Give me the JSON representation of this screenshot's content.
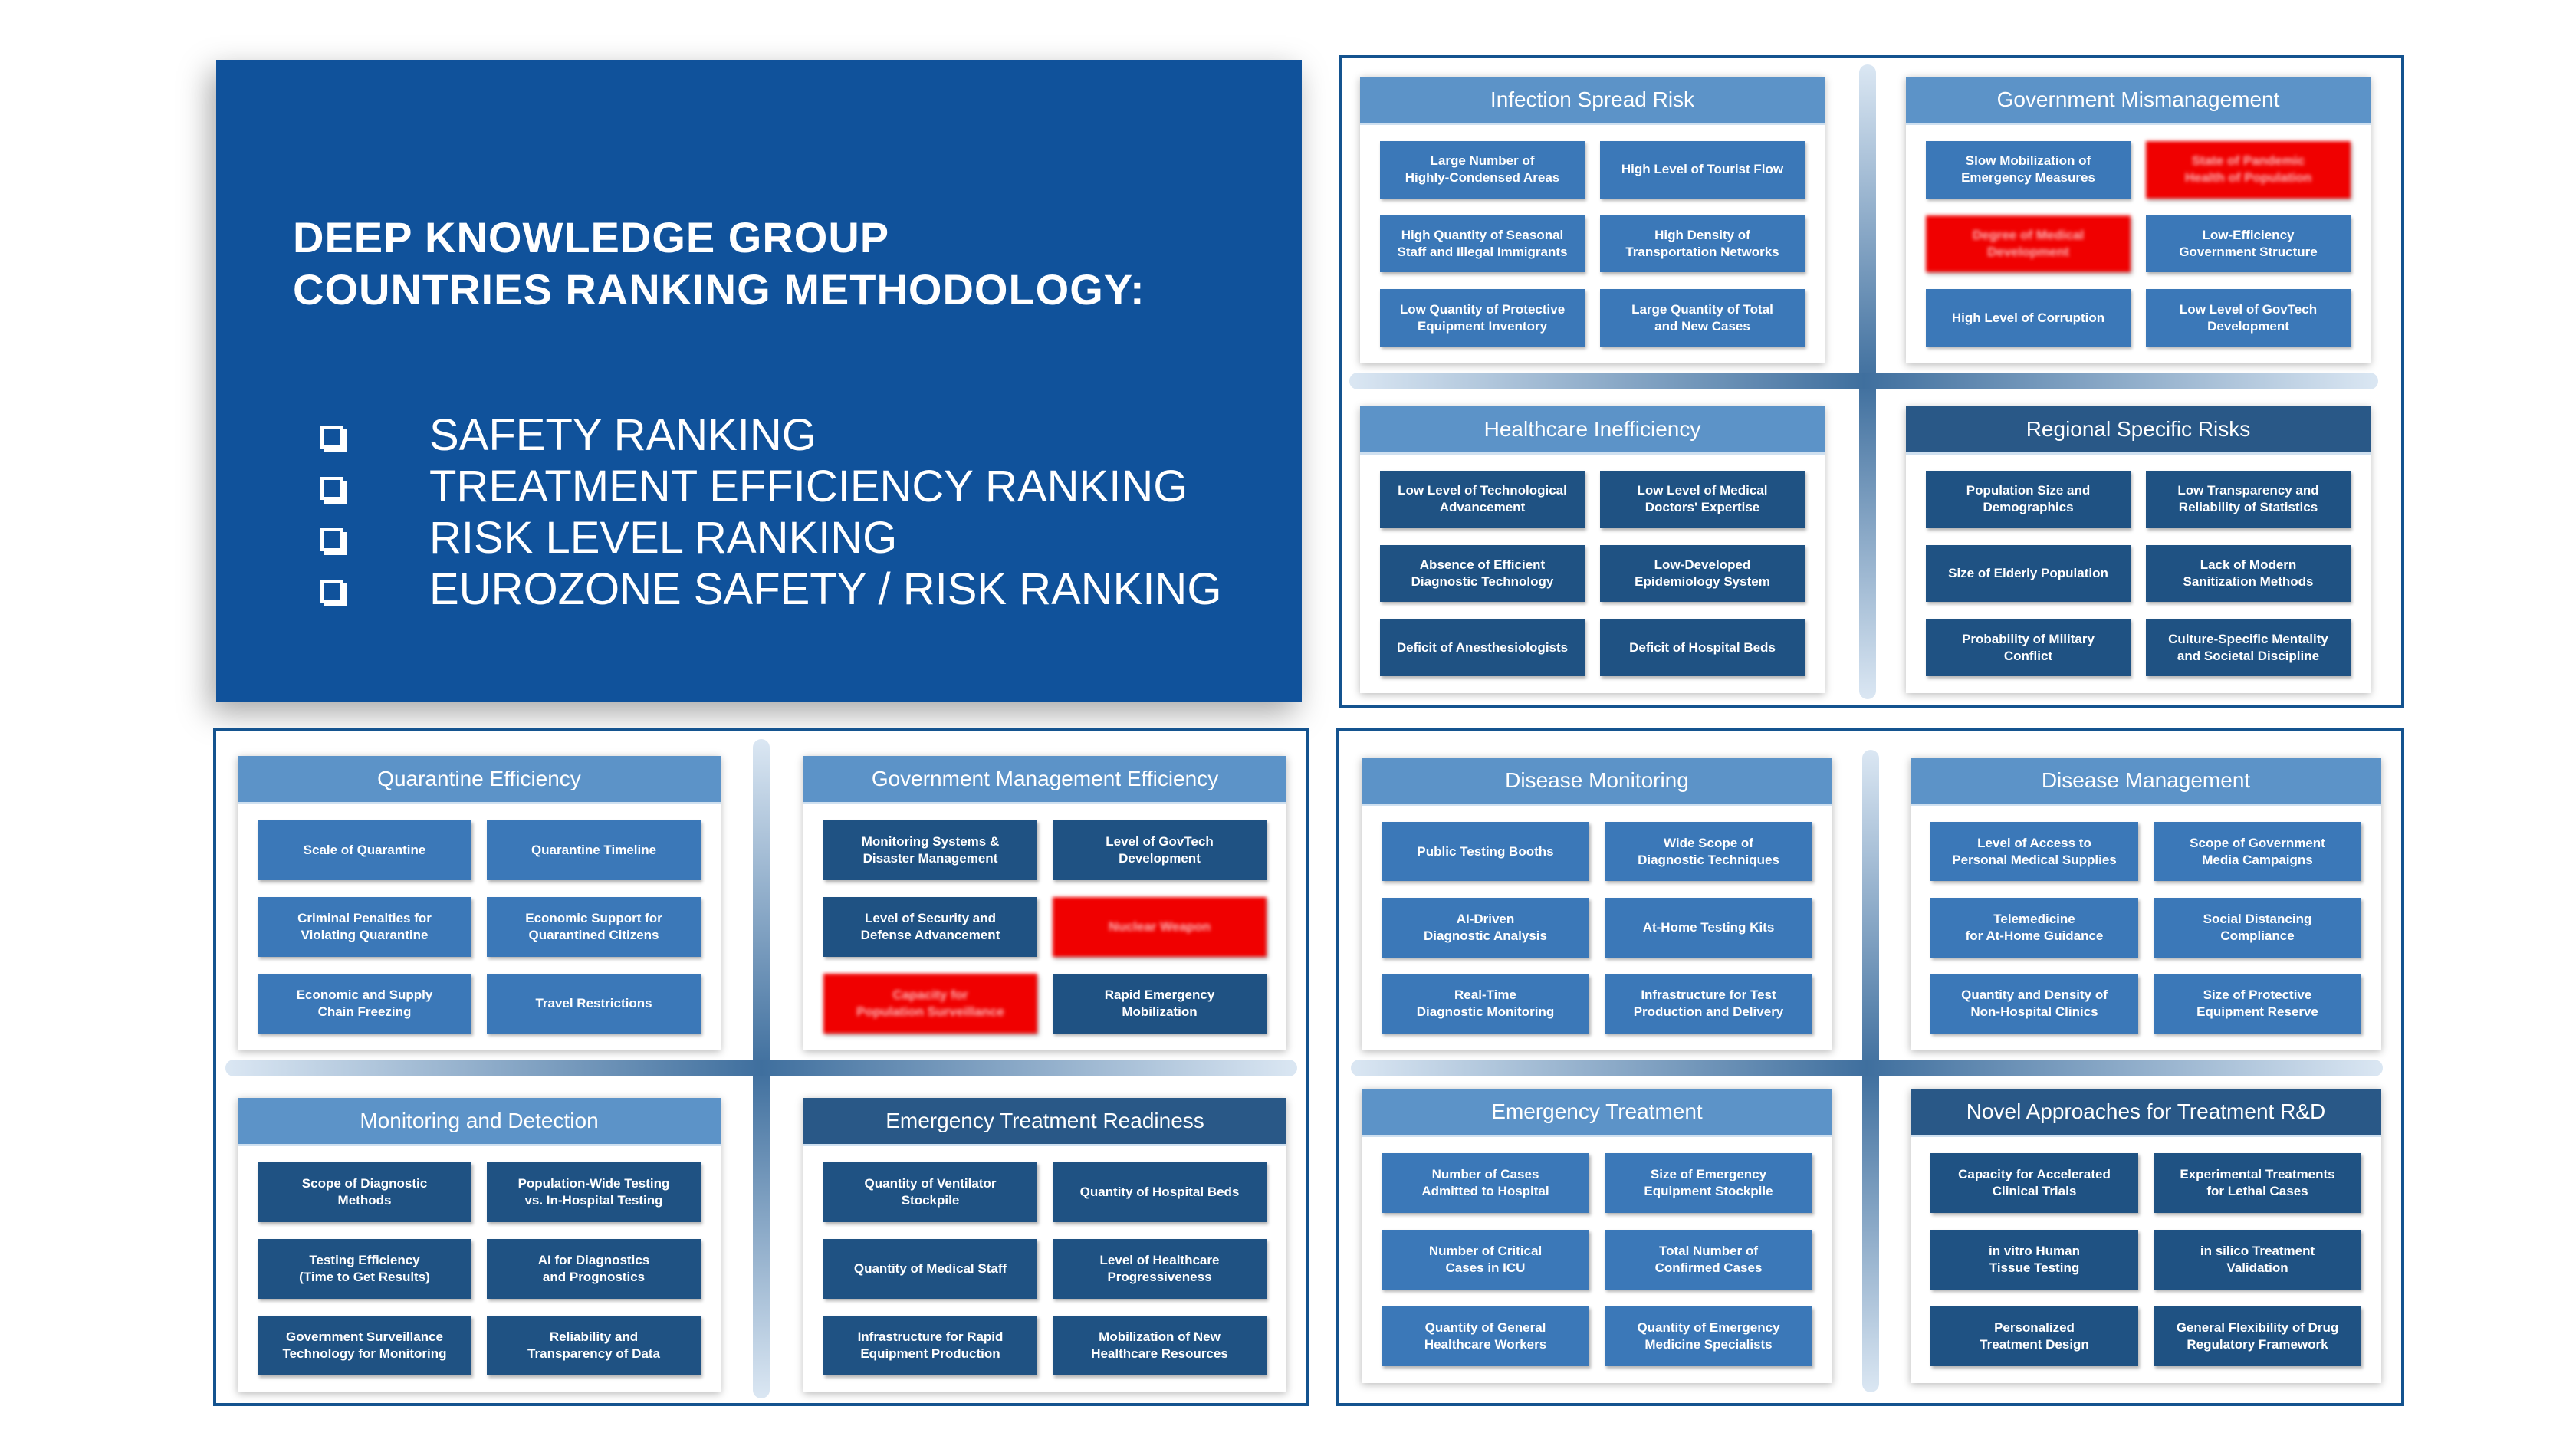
{
  "title": {
    "line1": "DEEP KNOWLEDGE GROUP",
    "line2": "COUNTRIES RANKING METHODOLOGY:"
  },
  "rankings": [
    {
      "label": "SAFETY RANKING"
    },
    {
      "label": "TREATMENT EFFICIENCY RANKING"
    },
    {
      "label": "RISK LEVEL RANKING"
    },
    {
      "label": "EUROZONE SAFETY / RISK RANKING"
    }
  ],
  "colors": {
    "title_panel": "#10529b",
    "frame_border": "#14538f",
    "header_light": "#5c93c8",
    "header_dark": "#295887",
    "cell_light": "#3b78b8",
    "cell_dark": "#1f5283",
    "redacted": "#f00000"
  },
  "sections": {
    "infection_spread_risk": {
      "title": "Infection Spread Risk",
      "items": [
        "Large Number of\nHighly-Condensed Areas",
        "High Level of Tourist Flow",
        "High Quantity of Seasonal\nStaff and Illegal Immigrants",
        "High Density of\nTransportation Networks",
        "Low Quantity of Protective\nEquipment Inventory",
        "Large Quantity of Total\nand New Cases"
      ]
    },
    "government_mismanagement": {
      "title": "Government Mismanagement",
      "items": [
        "Slow Mobilization of\nEmergency Measures",
        "State of Pandemic\nHealth of Population",
        "Degree of Medical\nDevelopment",
        "Low-Efficiency\nGovernment Structure",
        "High Level of Corruption",
        "Low Level of GovTech\nDevelopment"
      ]
    },
    "healthcare_inefficiency": {
      "title": "Healthcare Inefficiency",
      "items": [
        "Low Level of Technological\nAdvancement",
        "Low Level of Medical\nDoctors' Expertise",
        "Absence of Efficient\nDiagnostic Technology",
        "Low-Developed\nEpidemiology System",
        "Deficit of Anesthesiologists",
        "Deficit of Hospital Beds"
      ]
    },
    "regional_specific_risks": {
      "title": "Regional Specific Risks",
      "items": [
        "Population Size and\nDemographics",
        "Low Transparency and\nReliability of Statistics",
        "Size of Elderly Population",
        "Lack of Modern\nSanitization Methods",
        "Probability of Military\nConflict",
        "Culture-Specific Mentality\nand Societal Discipline"
      ]
    },
    "quarantine_efficiency": {
      "title": "Quarantine Efficiency",
      "items": [
        "Scale of Quarantine",
        "Quarantine Timeline",
        "Criminal Penalties for\nViolating Quarantine",
        "Economic Support for\nQuarantined Citizens",
        "Economic and Supply\nChain Freezing",
        "Travel Restrictions"
      ]
    },
    "government_management_efficiency": {
      "title": "Government Management Efficiency",
      "items": [
        "Monitoring Systems &\nDisaster Management",
        "Level of GovTech\nDevelopment",
        "Level of Security and\nDefense Advancement",
        "Nuclear Weapon",
        "Capacity for\nPopulation Surveillance",
        "Rapid Emergency\nMobilization"
      ]
    },
    "monitoring_and_detection": {
      "title": "Monitoring and Detection",
      "items": [
        "Scope of Diagnostic\nMethods",
        "Population-Wide Testing\nvs. In-Hospital Testing",
        "Testing Efficiency\n(Time to Get Results)",
        "AI for Diagnostics\nand Prognostics",
        "Government Surveillance\nTechnology for Monitoring",
        "Reliability and\nTransparency of Data"
      ]
    },
    "emergency_treatment_readiness": {
      "title": "Emergency Treatment Readiness",
      "items": [
        "Quantity of Ventilator\nStockpile",
        "Quantity of Hospital Beds",
        "Quantity of Medical Staff",
        "Level of Healthcare\nProgressiveness",
        "Infrastructure for Rapid\nEquipment Production",
        "Mobilization of New\nHealthcare Resources"
      ]
    },
    "disease_monitoring": {
      "title": "Disease Monitoring",
      "items": [
        "Public Testing Booths",
        "Wide Scope of\nDiagnostic Techniques",
        "AI-Driven\nDiagnostic Analysis",
        "At-Home Testing Kits",
        "Real-Time\nDiagnostic Monitoring",
        "Infrastructure for Test\nProduction and Delivery"
      ]
    },
    "disease_management": {
      "title": "Disease Management",
      "items": [
        "Level of Access to\nPersonal Medical Supplies",
        "Scope of Government\nMedia Campaigns",
        "Telemedicine\nfor At-Home Guidance",
        "Social Distancing\nCompliance",
        "Quantity and Density of\nNon-Hospital Clinics",
        "Size of Protective\nEquipment Reserve"
      ]
    },
    "emergency_treatment": {
      "title": "Emergency Treatment",
      "items": [
        "Number of Cases\nAdmitted to Hospital",
        "Size of Emergency\nEquipment Stockpile",
        "Number of Critical\nCases in ICU",
        "Total Number of\nConfirmed Cases",
        "Quantity of General\nHealthcare Workers",
        "Quantity of Emergency\nMedicine Specialists"
      ]
    },
    "novel_approaches": {
      "title": "Novel Approaches for Treatment R&D",
      "items": [
        "Capacity for Accelerated\nClinical Trials",
        "Experimental Treatments\nfor Lethal Cases",
        "in vitro Human\nTissue Testing",
        "in silico Treatment\nValidation",
        "Personalized\nTreatment Design",
        "General Flexibility of Drug\nRegulatory Framework"
      ]
    }
  }
}
